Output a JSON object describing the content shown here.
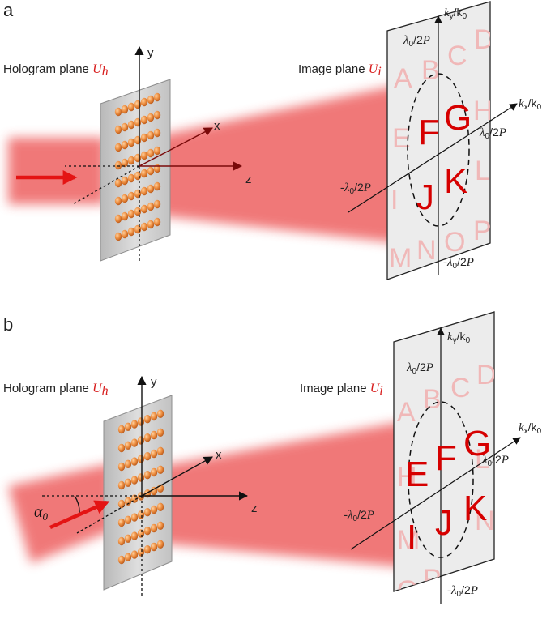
{
  "panels": [
    {
      "label": "a",
      "hologram_label": "Hologram plane",
      "hologram_symbol": "U",
      "hologram_sub": "h",
      "image_label": "Image plane",
      "image_symbol": "U",
      "image_sub": "i",
      "axis_x": "x",
      "axis_y": "y",
      "axis_z": "z",
      "ky_label": {
        "a": "k",
        "sa": "y",
        "b": "/k",
        "sb": "0"
      },
      "kx_label": {
        "a": "k",
        "sa": "x",
        "b": "/k",
        "sb": "0"
      },
      "lim_top": {
        "a": "λ",
        "s": "0",
        "b": "/2",
        "c": "P"
      },
      "lim_right": {
        "a": "λ",
        "s": "0",
        "b": "/2",
        "c": "P"
      },
      "lim_left": {
        "a": "-λ",
        "s": "0",
        "b": "/2",
        "c": "P"
      },
      "lim_bottom": {
        "a": "-λ",
        "s": "0",
        "b": "/2",
        "c": "P"
      },
      "background_letters": [
        "A",
        "B",
        "C",
        "D",
        "E",
        "H",
        "I",
        "L",
        "M",
        "N",
        "O",
        "P"
      ],
      "highlight_letters": [
        "F",
        "G",
        "J",
        "K"
      ]
    },
    {
      "label": "b",
      "hologram_label": "Hologram plane",
      "hologram_symbol": "U",
      "hologram_sub": "h",
      "image_label": "Image plane",
      "image_symbol": "U",
      "image_sub": "i",
      "axis_x": "x",
      "axis_y": "y",
      "axis_z": "z",
      "incidence_angle": {
        "a": "α",
        "s": "0"
      },
      "ky_label": {
        "a": "k",
        "sa": "y",
        "b": "/k",
        "sb": "0"
      },
      "kx_label": {
        "a": "k",
        "sa": "x",
        "b": "/k",
        "sb": "0"
      },
      "lim_top": {
        "a": "λ",
        "s": "0",
        "b": "/2",
        "c": "P"
      },
      "lim_right": {
        "a": "λ",
        "s": "0",
        "b": "/2",
        "c": "P"
      },
      "lim_left": {
        "a": "-λ",
        "s": "0",
        "b": "/2",
        "c": "P"
      },
      "lim_bottom": {
        "a": "-λ",
        "s": "0",
        "b": "/2",
        "c": "P"
      },
      "background_letters": [
        "A",
        "B",
        "C",
        "D",
        "H",
        "L",
        "M",
        "N",
        "O",
        "P"
      ],
      "highlight_letters": [
        "E",
        "F",
        "G",
        "I",
        "J",
        "K"
      ]
    }
  ],
  "colors": {
    "beam": "#ef6b6b",
    "arrow": "#e41414",
    "axis_dark": "#7a0a0a",
    "highlight": "#d60000",
    "background_letter": "#f0b8b8",
    "plate": "#c9c9c9",
    "pillar": "#e98a3c"
  }
}
